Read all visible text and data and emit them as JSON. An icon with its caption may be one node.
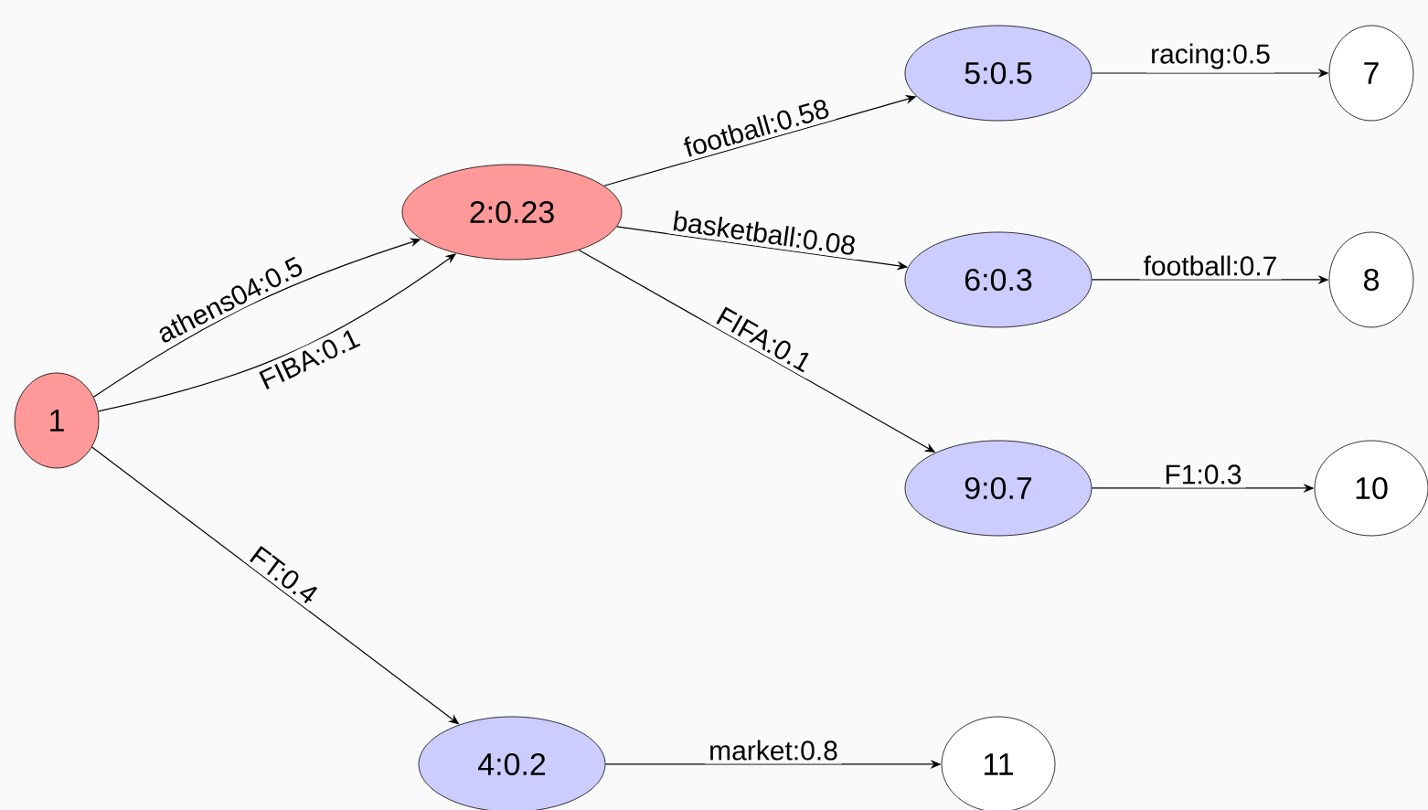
{
  "diagram": {
    "nodes": [
      {
        "text": [
          "1"
        ]
      },
      {
        "text": [
          "2:0.23"
        ]
      },
      {
        "text": [
          "4:0.2"
        ]
      },
      {
        "text": [
          "5:0.5"
        ]
      },
      {
        "text": [
          "6:0.3"
        ]
      },
      {
        "text": [
          "9:0.7"
        ]
      },
      {
        "text": [
          "7"
        ]
      },
      {
        "text": [
          "8"
        ]
      },
      {
        "text": [
          "10"
        ]
      },
      {
        "text": [
          "11"
        ]
      }
    ],
    "edges": [
      {
        "from": 0,
        "to": 1,
        "arrow": "to",
        "label": "athens04:0.5"
      },
      {
        "from": 0,
        "to": 1,
        "arrow": "to",
        "label": "FIBA:0.1"
      },
      {
        "from": 0,
        "to": 2,
        "arrow": "to",
        "label": "FT:0.4"
      },
      {
        "from": 1,
        "to": 3,
        "arrow": "to",
        "label": "football:0.58"
      },
      {
        "from": 1,
        "to": 4,
        "arrow": "to",
        "label": "basketball:0.08"
      },
      {
        "from": 1,
        "to": 5,
        "arrow": "to",
        "label": "FIFA:0.1"
      },
      {
        "from": 3,
        "to": 6,
        "arrow": "to",
        "label": "racing:0.5"
      },
      {
        "from": 4,
        "to": 7,
        "arrow": "to",
        "label": "football:0.7"
      },
      {
        "from": 5,
        "to": 8,
        "arrow": "to",
        "label": "F1:0.3"
      },
      {
        "from": 2,
        "to": 9,
        "arrow": "to",
        "label": "market:0.8"
      }
    ]
  }
}
